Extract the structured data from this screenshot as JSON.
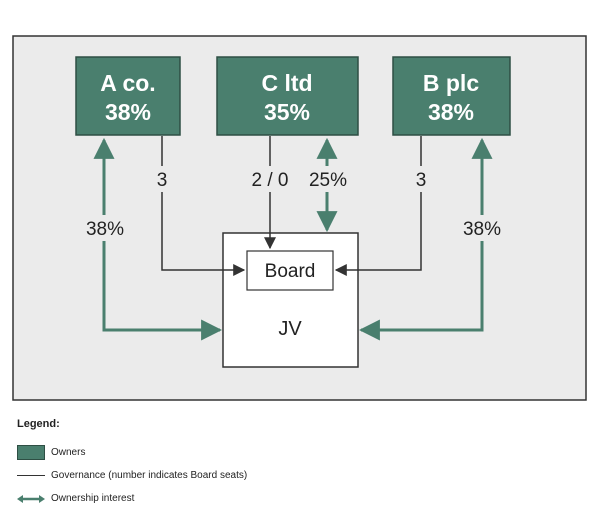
{
  "colors": {
    "owner_fill": "#4a7f6e",
    "owner_stroke": "#2e4f44",
    "panel_bg": "#ebebeb",
    "governance_line": "#333333",
    "ownership_line": "#4a7f6e"
  },
  "owners": [
    {
      "id": "a",
      "name": "A co.",
      "percent": "38%"
    },
    {
      "id": "c",
      "name": "C ltd",
      "percent": "35%"
    },
    {
      "id": "b",
      "name": "B plc",
      "percent": "38%"
    }
  ],
  "board": {
    "label": "Board"
  },
  "jv": {
    "label": "JV"
  },
  "governance_labels": {
    "a": "3",
    "c": "2 / 0",
    "b": "3"
  },
  "ownership_labels": {
    "a": "38%",
    "c": "25%",
    "b": "38%"
  },
  "legend": {
    "title": "Legend:",
    "owners": "Owners",
    "governance": "Governance (number indicates Board seats)",
    "ownership": "Ownership interest"
  }
}
